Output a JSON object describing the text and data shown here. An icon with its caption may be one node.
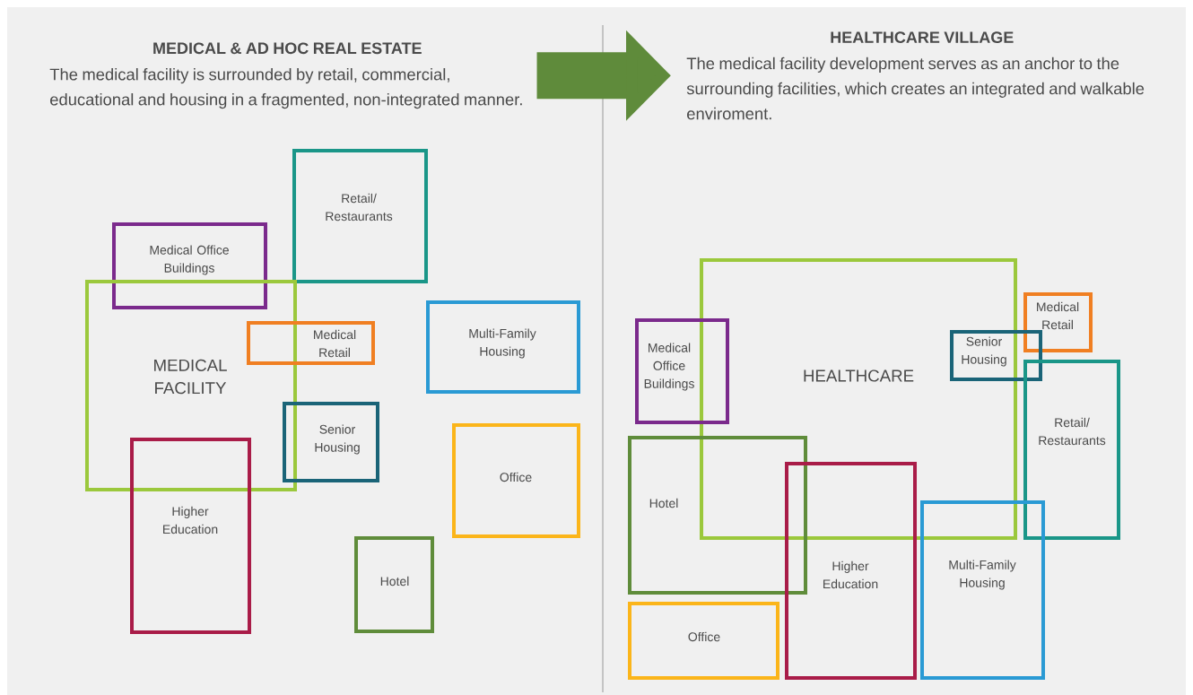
{
  "diagram": {
    "nodes": [
      {
        "text": [
          "MEDICAL & AD HOC REAL ESTATE",
          "The medical facility is surrounded by retail, commercial, educational and housing in a fragmented, non-integrated manner."
        ]
      },
      {
        "text": [
          "Retail/ Restaurants"
        ]
      },
      {
        "text": [
          "Medical Office Buildings"
        ]
      },
      {
        "text": [
          "MEDICAL FACILITY"
        ]
      },
      {
        "text": [
          "Medical Retail"
        ]
      },
      {
        "text": [
          "Multi-Family Housing"
        ]
      },
      {
        "text": [
          "Senior Housing"
        ]
      },
      {
        "text": [
          "Office"
        ]
      },
      {
        "text": [
          "Higher Education"
        ]
      },
      {
        "text": [
          "Hotel"
        ]
      },
      {
        "text": [
          "HEALTHCARE VILLAGE",
          "The medical facility development serves as an anchor to the surrounding facilities, which creates an integrated and walkable enviroment."
        ]
      },
      {
        "text": [
          "HEALTHCARE"
        ]
      },
      {
        "text": [
          "Medical Retail"
        ]
      },
      {
        "text": [
          "Senior Housing"
        ]
      },
      {
        "text": [
          "Medical Office Buildings"
        ]
      },
      {
        "text": [
          "Retail/ Restaurants"
        ]
      },
      {
        "text": [
          "Hotel"
        ]
      },
      {
        "text": [
          "Higher Education"
        ]
      },
      {
        "text": [
          "Multi-Family Housing"
        ]
      },
      {
        "text": [
          "Office"
        ]
      }
    ],
    "edges": [
      {
        "from": 0,
        "to": 10,
        "arrow": "to",
        "color": "#5f8b3b"
      }
    ]
  }
}
